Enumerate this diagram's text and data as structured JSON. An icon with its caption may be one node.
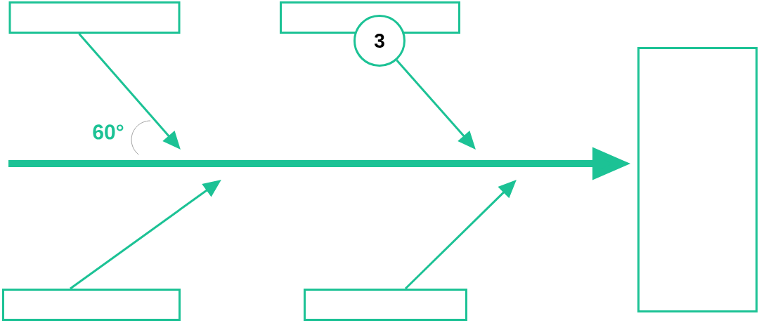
{
  "diagram": {
    "nodes": [
      {
        "text": [],
        "shape": "box"
      },
      {
        "text": [],
        "shape": "box"
      },
      {
        "text": [
          "3"
        ]
      },
      {
        "text": [],
        "shape": "box"
      },
      {
        "text": [],
        "shape": "box"
      },
      {
        "text": [],
        "shape": "box"
      }
    ],
    "edges": [
      {
        "from": null,
        "to": 5,
        "arrow": "to",
        "style": "thick"
      },
      {
        "from": 0,
        "to": null,
        "arrow": "to"
      },
      {
        "from": 2,
        "to": null,
        "arrow": "to"
      },
      {
        "from": 3,
        "to": null,
        "arrow": "to"
      },
      {
        "from": 4,
        "to": null,
        "arrow": "to"
      }
    ],
    "labels": [
      "60°"
    ]
  }
}
